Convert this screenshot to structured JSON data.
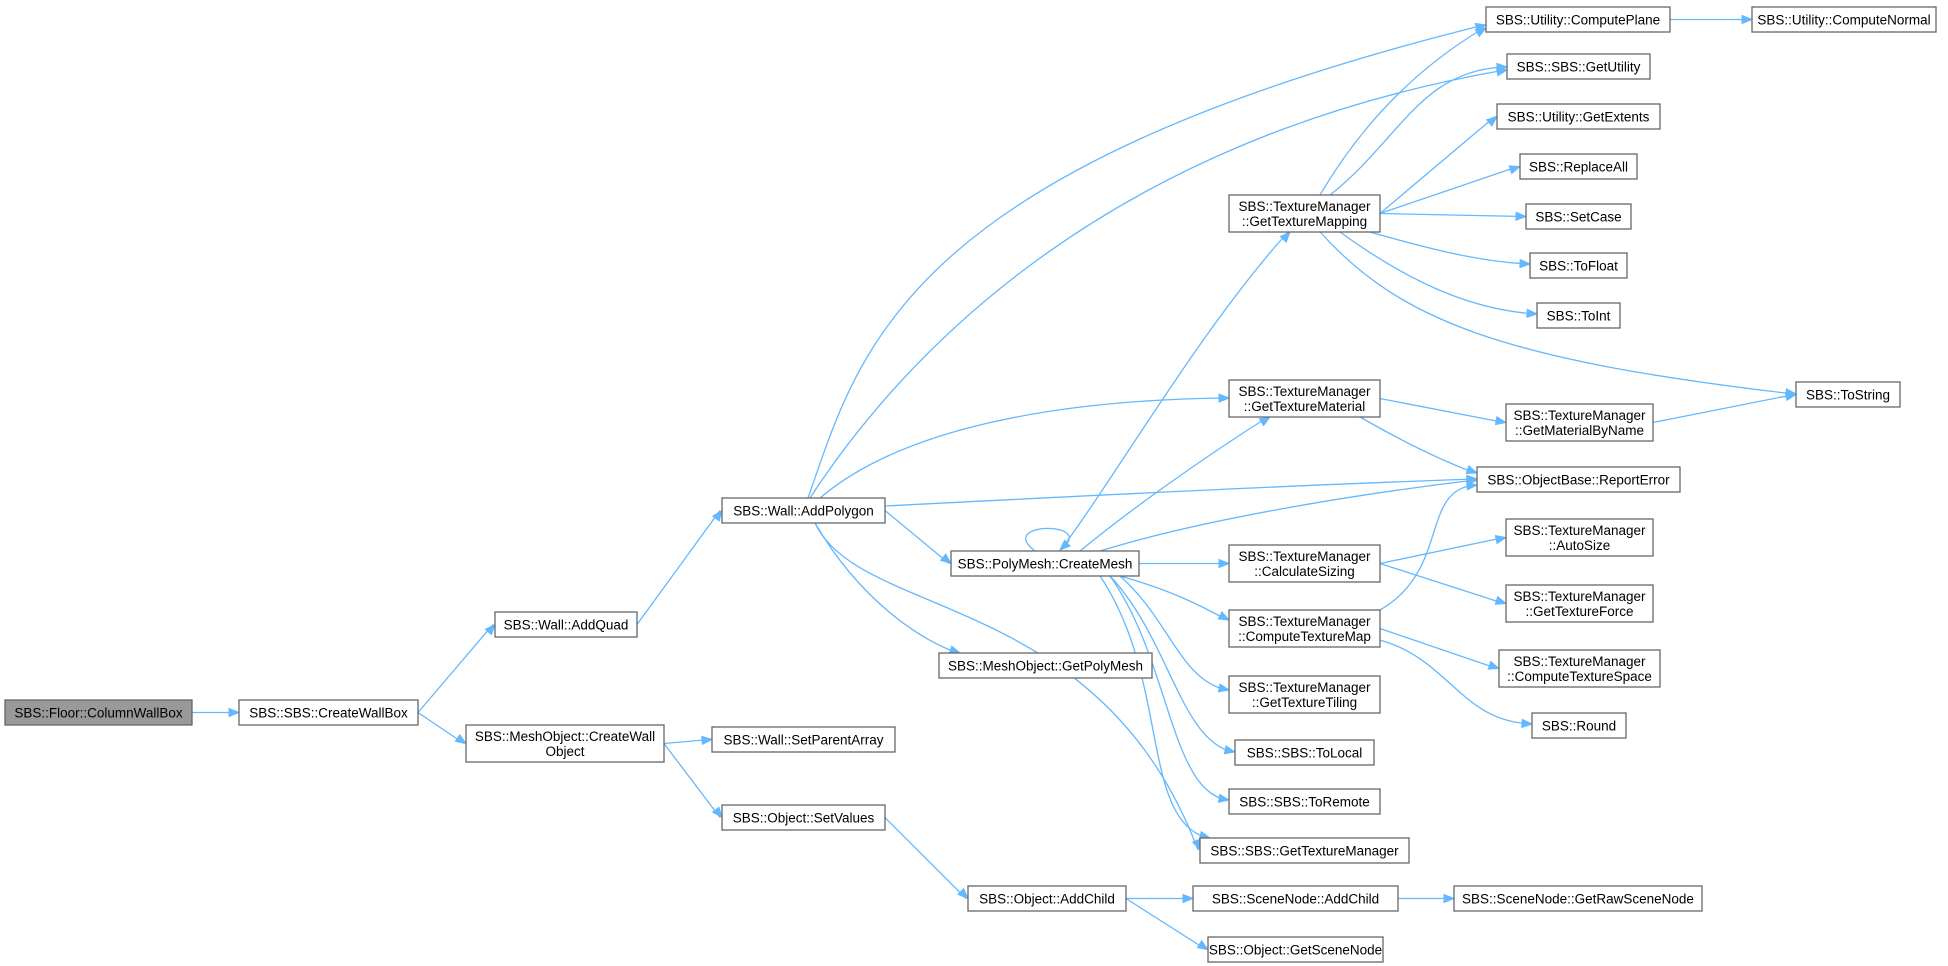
{
  "graph": {
    "colors": {
      "edge": "#63b8ff",
      "node_border": "#666666",
      "root_fill": "#999999",
      "node_fill": "#ffffff"
    },
    "nodes": [
      {
        "id": "n0",
        "label": [
          "SBS::Floor::ColumnWallBox"
        ],
        "root": true
      },
      {
        "id": "n1",
        "label": [
          "SBS::SBS::CreateWallBox"
        ]
      },
      {
        "id": "n2",
        "label": [
          "SBS::Wall::AddQuad"
        ]
      },
      {
        "id": "n3",
        "label": [
          "SBS::MeshObject::CreateWall",
          "Object"
        ]
      },
      {
        "id": "n4",
        "label": [
          "SBS::Wall::AddPolygon"
        ]
      },
      {
        "id": "n5",
        "label": [
          "SBS::Wall::SetParentArray"
        ]
      },
      {
        "id": "n6",
        "label": [
          "SBS::Object::SetValues"
        ]
      },
      {
        "id": "n7",
        "label": [
          "SBS::Object::AddChild"
        ]
      },
      {
        "id": "n8",
        "label": [
          "SBS::PolyMesh::CreateMesh"
        ]
      },
      {
        "id": "n9",
        "label": [
          "SBS::MeshObject::GetPolyMesh"
        ]
      },
      {
        "id": "n10",
        "label": [
          "SBS::TextureManager",
          "::GetTextureMapping"
        ]
      },
      {
        "id": "n11",
        "label": [
          "SBS::TextureManager",
          "::GetTextureMaterial"
        ]
      },
      {
        "id": "n12",
        "label": [
          "SBS::TextureManager",
          "::CalculateSizing"
        ]
      },
      {
        "id": "n13",
        "label": [
          "SBS::TextureManager",
          "::ComputeTextureMap"
        ]
      },
      {
        "id": "n14",
        "label": [
          "SBS::TextureManager",
          "::GetTextureTiling"
        ]
      },
      {
        "id": "n15",
        "label": [
          "SBS::SBS::ToLocal"
        ]
      },
      {
        "id": "n16",
        "label": [
          "SBS::SBS::ToRemote"
        ]
      },
      {
        "id": "n17",
        "label": [
          "SBS::SBS::GetTextureManager"
        ]
      },
      {
        "id": "n18",
        "label": [
          "SBS::SceneNode::AddChild"
        ]
      },
      {
        "id": "n19",
        "label": [
          "SBS::Object::GetSceneNode"
        ]
      },
      {
        "id": "n20",
        "label": [
          "SBS::Utility::ComputePlane"
        ]
      },
      {
        "id": "n21",
        "label": [
          "SBS::Utility::ComputeNormal"
        ]
      },
      {
        "id": "n22",
        "label": [
          "SBS::SBS::GetUtility"
        ]
      },
      {
        "id": "n23",
        "label": [
          "SBS::Utility::GetExtents"
        ]
      },
      {
        "id": "n24",
        "label": [
          "SBS::ReplaceAll"
        ]
      },
      {
        "id": "n25",
        "label": [
          "SBS::SetCase"
        ]
      },
      {
        "id": "n26",
        "label": [
          "SBS::ToFloat"
        ]
      },
      {
        "id": "n27",
        "label": [
          "SBS::ToInt"
        ]
      },
      {
        "id": "n28",
        "label": [
          "SBS::ToString"
        ]
      },
      {
        "id": "n29",
        "label": [
          "SBS::TextureManager",
          "::GetMaterialByName"
        ]
      },
      {
        "id": "n30",
        "label": [
          "SBS::ObjectBase::ReportError"
        ]
      },
      {
        "id": "n31",
        "label": [
          "SBS::TextureManager",
          "::AutoSize"
        ]
      },
      {
        "id": "n32",
        "label": [
          "SBS::TextureManager",
          "::GetTextureForce"
        ]
      },
      {
        "id": "n33",
        "label": [
          "SBS::TextureManager",
          "::ComputeTextureSpace"
        ]
      },
      {
        "id": "n34",
        "label": [
          "SBS::Round"
        ]
      },
      {
        "id": "n35",
        "label": [
          "SBS::SceneNode::GetRawSceneNode"
        ]
      }
    ],
    "edges": [
      [
        "n0",
        "n1"
      ],
      [
        "n1",
        "n2"
      ],
      [
        "n1",
        "n3"
      ],
      [
        "n2",
        "n4"
      ],
      [
        "n3",
        "n5"
      ],
      [
        "n3",
        "n6"
      ],
      [
        "n6",
        "n7"
      ],
      [
        "n7",
        "n18"
      ],
      [
        "n7",
        "n19"
      ],
      [
        "n18",
        "n35"
      ],
      [
        "n4",
        "n20"
      ],
      [
        "n4",
        "n22"
      ],
      [
        "n4",
        "n11"
      ],
      [
        "n4",
        "n30"
      ],
      [
        "n4",
        "n8"
      ],
      [
        "n4",
        "n9"
      ],
      [
        "n4",
        "n17"
      ],
      [
        "n8",
        "n8"
      ],
      [
        "n8",
        "n10"
      ],
      [
        "n8",
        "n11"
      ],
      [
        "n8",
        "n30"
      ],
      [
        "n8",
        "n12"
      ],
      [
        "n8",
        "n13"
      ],
      [
        "n8",
        "n14"
      ],
      [
        "n8",
        "n15"
      ],
      [
        "n8",
        "n16"
      ],
      [
        "n8",
        "n17"
      ],
      [
        "n10",
        "n20"
      ],
      [
        "n10",
        "n22"
      ],
      [
        "n10",
        "n23"
      ],
      [
        "n10",
        "n24"
      ],
      [
        "n10",
        "n25"
      ],
      [
        "n10",
        "n26"
      ],
      [
        "n10",
        "n27"
      ],
      [
        "n10",
        "n28"
      ],
      [
        "n20",
        "n21"
      ],
      [
        "n11",
        "n29"
      ],
      [
        "n11",
        "n30"
      ],
      [
        "n29",
        "n28"
      ],
      [
        "n12",
        "n31"
      ],
      [
        "n12",
        "n32"
      ],
      [
        "n13",
        "n30"
      ],
      [
        "n13",
        "n33"
      ],
      [
        "n13",
        "n34"
      ]
    ]
  }
}
